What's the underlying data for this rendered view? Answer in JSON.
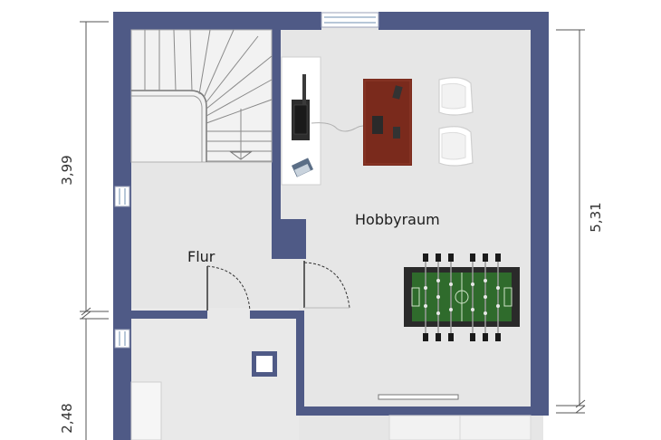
{
  "rooms": {
    "hobby": "Hobbyraum",
    "hall": "Flur"
  },
  "dimensions": {
    "left_upper": "3,99",
    "left_lower": "2,48",
    "right": "5,31"
  },
  "colors": {
    "wall": "#4f5a86",
    "floor": "#e6e6e6",
    "desk": "#7a2a1c",
    "foosball_field": "#2f6b2c",
    "foosball_frame": "#2a2a2a"
  },
  "icons": {
    "stairs": "staircase-icon",
    "tv": "tv-icon",
    "desk": "desk-icon",
    "chair": "armchair-icon",
    "foosball": "foosball-table-icon",
    "radiator": "radiator-icon",
    "window": "window-icon",
    "door": "door-swing-icon"
  }
}
